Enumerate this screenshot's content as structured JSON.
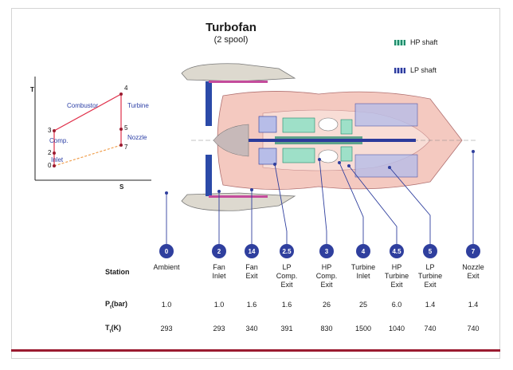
{
  "title": "Turbofan",
  "subtitle": "(2 spool)",
  "legend": [
    {
      "label": "HP shaft",
      "color": "#1f8a6b"
    },
    {
      "label": "LP shaft",
      "color": "#2b3a9c"
    }
  ],
  "ts_diagram": {
    "y_axis": "T",
    "x_axis": "S",
    "labels": {
      "combustor": "Combustor",
      "turbine": "Turbine",
      "comp": "Comp.",
      "nozzle": "Nozzle",
      "inlet": "Inlet"
    },
    "points": [
      "0",
      "2",
      "3",
      "4",
      "5",
      "7"
    ],
    "line_color": "#e0304a",
    "dashed_color": "#f0a050"
  },
  "table": {
    "row_station": "Station",
    "row_p": "P",
    "row_p_sub": "t",
    "row_p_unit": "(bar)",
    "row_t": "T",
    "row_t_sub": "t",
    "row_t_unit": "(K)",
    "columns": [
      {
        "station": "0",
        "name": "Ambient",
        "p": "1.0",
        "t": "293"
      },
      {
        "station": "2",
        "name": "Fan\nInlet",
        "p": "1.0",
        "t": "293"
      },
      {
        "station": "14",
        "name": "Fan\nExit",
        "p": "1.6",
        "t": "340"
      },
      {
        "station": "2.5",
        "name": "LP\nComp.\nExit",
        "p": "1.6",
        "t": "391"
      },
      {
        "station": "3",
        "name": "HP\nComp.\nExit",
        "p": "26",
        "t": "830"
      },
      {
        "station": "4",
        "name": "Turbine\nInlet",
        "p": "25",
        "t": "1500"
      },
      {
        "station": "4.5",
        "name": "HP\nTurbine\nExit",
        "p": "6.0",
        "t": "1040"
      },
      {
        "station": "5",
        "name": "LP\nTurbine\nExit",
        "p": "1.4",
        "t": "740"
      },
      {
        "station": "7",
        "name": "Nozzle\nExit",
        "p": "1.4",
        "t": "740"
      }
    ]
  },
  "colors": {
    "accent": "#2f3f9e",
    "rule": "#9b1b30",
    "core": "#f4c9c0",
    "nacelle": "#ddd9cf"
  }
}
